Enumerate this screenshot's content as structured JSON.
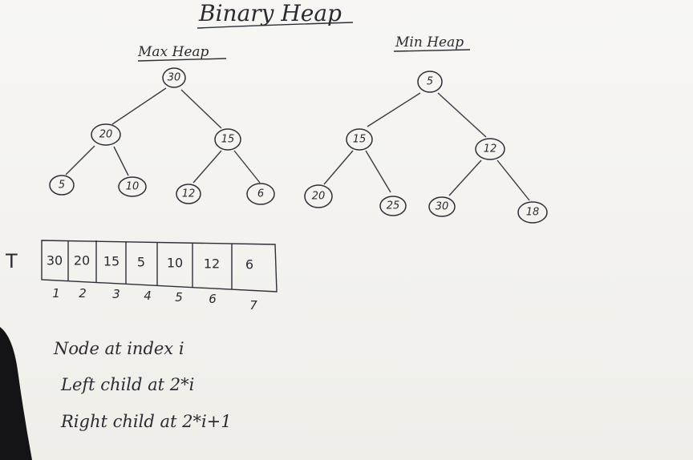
{
  "title": "Binary Heap",
  "max_heap": {
    "label": "Max Heap",
    "nodes": [
      {
        "id": "m1",
        "value": "30"
      },
      {
        "id": "m2",
        "value": "20"
      },
      {
        "id": "m3",
        "value": "15"
      },
      {
        "id": "m4",
        "value": "5"
      },
      {
        "id": "m5",
        "value": "10"
      },
      {
        "id": "m6",
        "value": "12"
      },
      {
        "id": "m7",
        "value": "6"
      }
    ]
  },
  "min_heap": {
    "label": "Min Heap",
    "nodes": [
      {
        "id": "n1",
        "value": "5"
      },
      {
        "id": "n2",
        "value": "15"
      },
      {
        "id": "n3",
        "value": "12"
      },
      {
        "id": "n4",
        "value": "20"
      },
      {
        "id": "n5",
        "value": "25"
      },
      {
        "id": "n6",
        "value": "30"
      },
      {
        "id": "n7",
        "value": "18"
      }
    ]
  },
  "array": {
    "name": "T",
    "values": [
      "30",
      "20",
      "15",
      "5",
      "10",
      "12",
      "6"
    ],
    "indices": [
      "1",
      "2",
      "3",
      "4",
      "5",
      "6",
      "7"
    ]
  },
  "notes": {
    "line1": "Node at index i",
    "line2": "Left child at  2*i",
    "line3": "Right child at  2*i+1"
  }
}
